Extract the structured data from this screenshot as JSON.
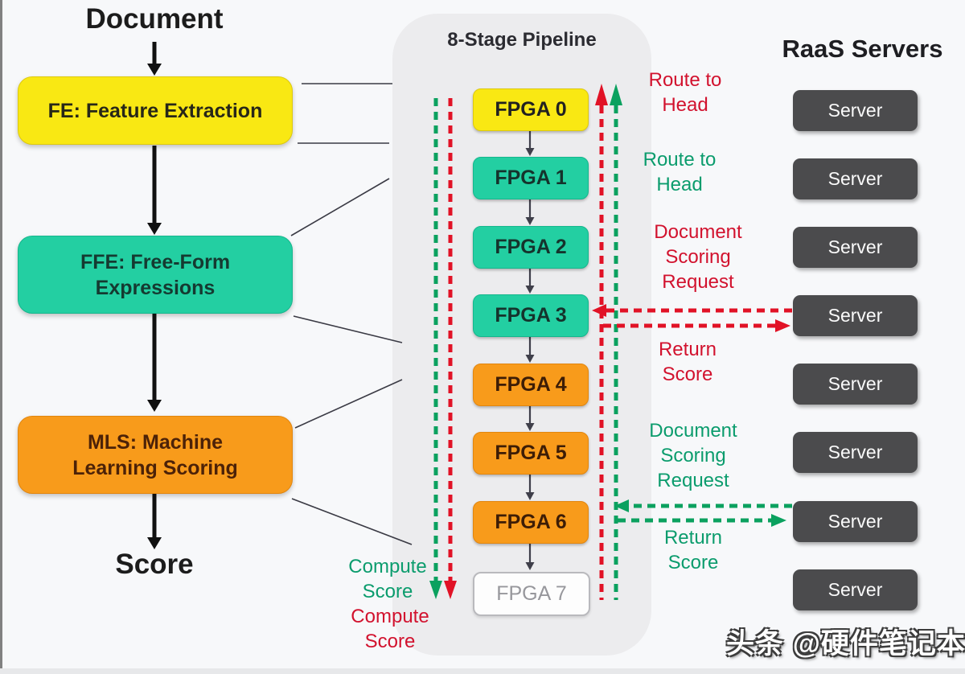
{
  "titles": {
    "input": "Document",
    "output": "Score",
    "pipeline": "8-Stage Pipeline",
    "servers": "RaaS Servers"
  },
  "software_stages": [
    {
      "id": "fe",
      "label": "FE: Feature Extraction",
      "color": "#f9e813"
    },
    {
      "id": "ffe",
      "label": "FFE: Free-Form Expressions",
      "color": "#23cfa2"
    },
    {
      "id": "mls",
      "label": "MLS: Machine Learning Scoring",
      "color": "#f89b1b"
    }
  ],
  "pipeline_stages": [
    {
      "label": "FPGA 0",
      "color": "#f9e813"
    },
    {
      "label": "FPGA 1",
      "color": "#23cfa2"
    },
    {
      "label": "FPGA 2",
      "color": "#23cfa2"
    },
    {
      "label": "FPGA 3",
      "color": "#23cfa2"
    },
    {
      "label": "FPGA 4",
      "color": "#f89b1b"
    },
    {
      "label": "FPGA 5",
      "color": "#f89b1b"
    },
    {
      "label": "FPGA 6",
      "color": "#f89b1b"
    },
    {
      "label": "FPGA 7",
      "color": "#fdfdfd"
    }
  ],
  "servers": [
    "Server",
    "Server",
    "Server",
    "Server",
    "Server",
    "Server",
    "Server",
    "Server"
  ],
  "flow_labels": {
    "route_to_head_red": "Route to Head",
    "route_to_head_green": "Route to Head",
    "doc_scoring_request_red": "Document Scoring Request",
    "return_score_red": "Return Score",
    "doc_scoring_request_green": "Document Scoring Request",
    "return_score_green": "Return Score",
    "compute_score_green": "Compute Score",
    "compute_score_red": "Compute Score"
  },
  "colors": {
    "red_flow": "#e11226",
    "green_flow": "#0ba15f",
    "red_label": "#d2122e",
    "green_label": "#0b9c6d",
    "server_fill": "#4b4b4d",
    "panel_fill": "#ececee",
    "black_arrow": "#101010"
  },
  "watermark": {
    "text": "头条 @硬件笔记本"
  }
}
